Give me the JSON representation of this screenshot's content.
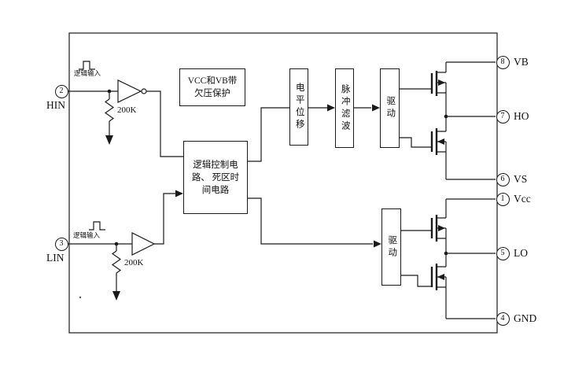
{
  "diagram_title": "gate-driver-ic-functional-block-diagram",
  "blocks": {
    "undervoltage": "VCC和VB带\n欠压保护",
    "logic_control": "逻辑控制电\n路、 死区时\n间电路",
    "level_shift": "电平位移",
    "pulse_filter": "脉冲滤波",
    "driver_high": "驱动",
    "driver_low": "驱动"
  },
  "pins": {
    "hin": {
      "number": "2",
      "label": "HIN"
    },
    "lin": {
      "number": "3",
      "label": "LIN"
    },
    "vb": {
      "number": "8",
      "label": "VB"
    },
    "ho": {
      "number": "7",
      "label": "HO"
    },
    "vs": {
      "number": "6",
      "label": "VS"
    },
    "vcc": {
      "number": "1",
      "label": "Vcc"
    },
    "lo": {
      "number": "5",
      "label": "LO"
    },
    "gnd": {
      "number": "4",
      "label": "GND"
    }
  },
  "annotations": {
    "logic_input_high": "逻辑输入",
    "logic_input_low": "逻辑输入",
    "resistor_high": "200K",
    "resistor_low": "200K"
  },
  "colors": {
    "line": "#1a1a1a",
    "background": "#ffffff"
  }
}
